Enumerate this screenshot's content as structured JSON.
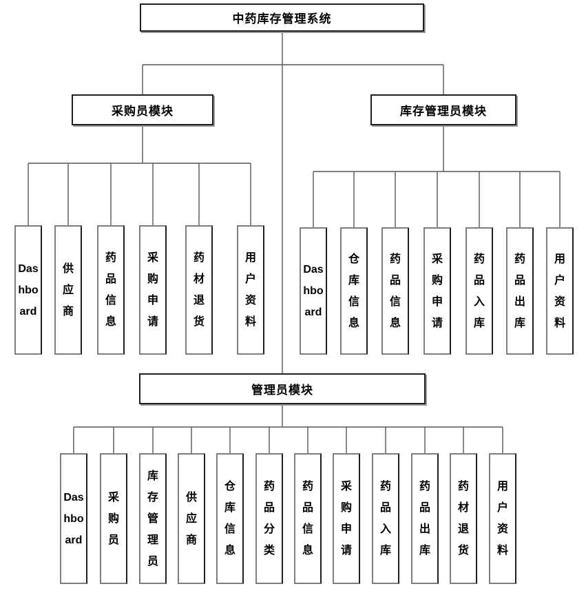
{
  "diagram": {
    "title": "中药库存管理系统",
    "colors": {
      "background": "#ffffff",
      "box_fill": "#ffffff",
      "box_border": "#1f1f1f",
      "leaf_border": "#7d7d7d",
      "line": "#565656",
      "text": "#000000"
    },
    "root": {
      "label": "中药库存管理系统"
    },
    "modules": [
      {
        "id": "purchaser",
        "label": "采购员模块",
        "children": [
          "Dashboard",
          "供应商",
          "药品信息",
          "采购申请",
          "药材退货",
          "用户资料"
        ]
      },
      {
        "id": "inventory-manager",
        "label": "库存管理员模块",
        "children": [
          "Dashboard",
          "仓库信息",
          "药品信息",
          "采购申请",
          "药品入库",
          "药品出库",
          "用户资料"
        ]
      },
      {
        "id": "admin",
        "label": "管理员模块",
        "children": [
          "Dashboard",
          "采购员",
          "库存管理员",
          "供应商",
          "仓库信息",
          "药品分类",
          "药品信息",
          "采购申请",
          "药品入库",
          "药品出库",
          "药材退货",
          "用户资料"
        ]
      }
    ]
  }
}
